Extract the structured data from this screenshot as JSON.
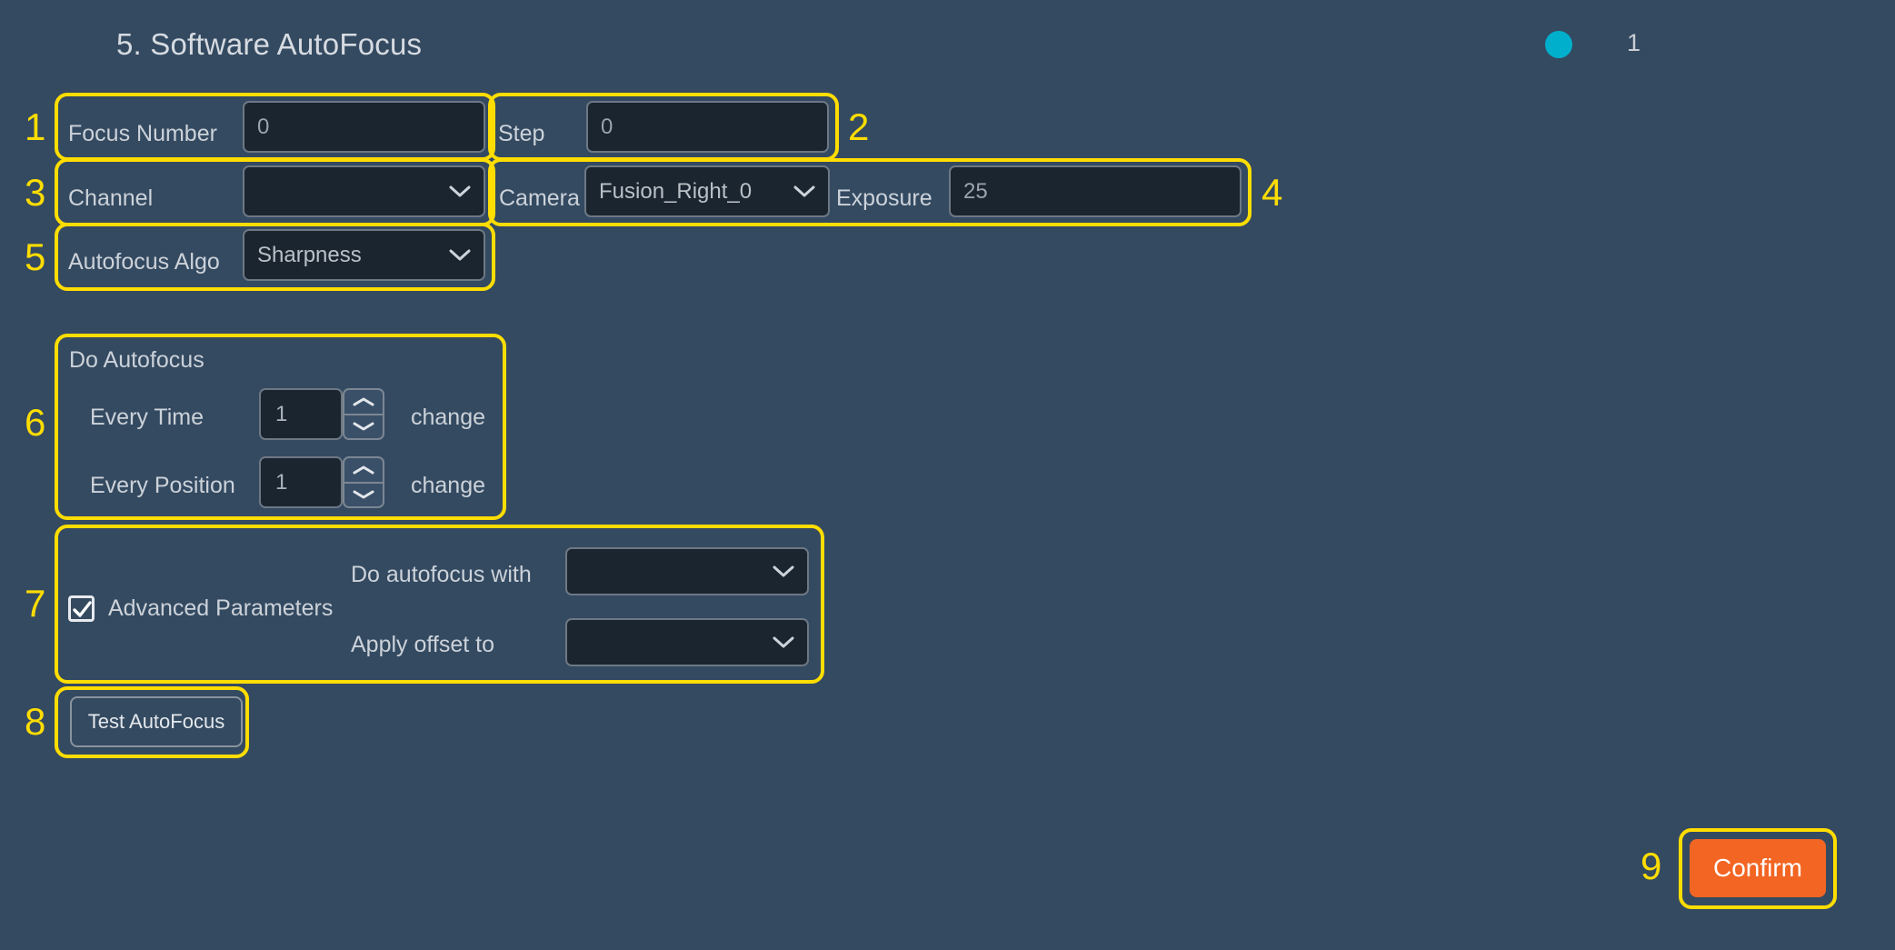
{
  "header": {
    "title": "5.  Software AutoFocus",
    "status_dot_color": "#00afcc",
    "status_count": "1"
  },
  "colors": {
    "background": "#344a61",
    "field_background": "#1b252f",
    "annotation": "#ffdd00",
    "accent_primary": "#f26522",
    "status": "#00afcc"
  },
  "annotations": {
    "n1": "1",
    "n2": "2",
    "n3": "3",
    "n4": "4",
    "n5": "5",
    "n6": "6",
    "n7": "7",
    "n8": "8",
    "n9": "9"
  },
  "form": {
    "focus_number": {
      "label": "Focus Number",
      "value": "0"
    },
    "step": {
      "label": "Step",
      "value": "0"
    },
    "channel": {
      "label": "Channel",
      "value": ""
    },
    "camera": {
      "label": "Camera",
      "value": "Fusion_Right_0"
    },
    "exposure": {
      "label": "Exposure",
      "value": "25"
    },
    "autofocus_algo": {
      "label": "Autofocus Algo",
      "value": "Sharpness"
    }
  },
  "do_autofocus": {
    "title": "Do Autofocus",
    "every_time": {
      "label": "Every Time",
      "value": "1",
      "suffix": "change"
    },
    "every_position": {
      "label": "Every Position",
      "value": "1",
      "suffix": "change"
    }
  },
  "advanced": {
    "checkbox_label": "Advanced Parameters",
    "checked": true,
    "do_autofocus_with": {
      "label": "Do autofocus with",
      "value": ""
    },
    "apply_offset_to": {
      "label": "Apply offset to",
      "value": ""
    }
  },
  "buttons": {
    "test_autofocus": "Test AutoFocus",
    "confirm": "Confirm"
  }
}
